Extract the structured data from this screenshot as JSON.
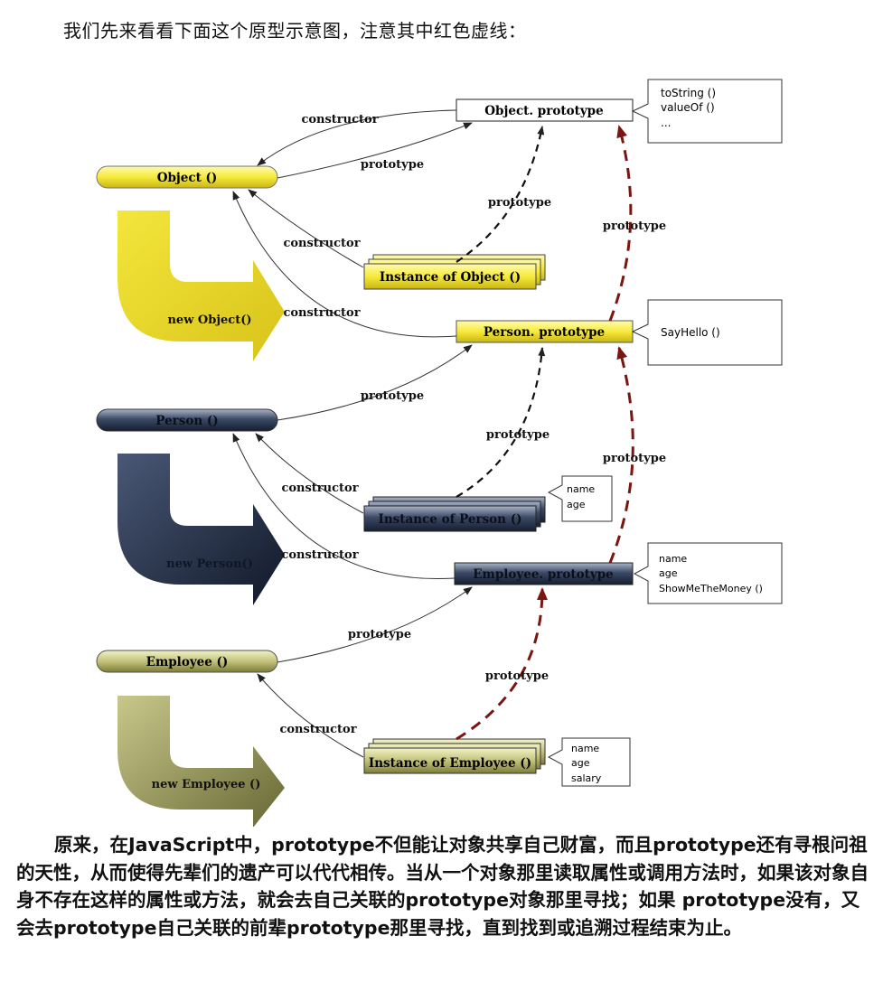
{
  "intro": "我们先来看看下面这个原型示意图，注意其中红色虚线：",
  "diagram": {
    "object_prototype": {
      "label": "Object. prototype",
      "note": [
        "toString ()",
        "valueOf ()",
        "..."
      ]
    },
    "object_ctor": {
      "label": "Object ()"
    },
    "new_object": {
      "label": "new Object()"
    },
    "instance_object": {
      "label": "Instance of Object ()"
    },
    "person_prototype": {
      "label": "Person. prototype",
      "note": [
        "SayHello ()"
      ]
    },
    "person_ctor": {
      "label": "Person ()"
    },
    "new_person": {
      "label": "new Person()"
    },
    "instance_person": {
      "label": "Instance of Person ()",
      "note": [
        "name",
        "age"
      ]
    },
    "employee_prototype": {
      "label": "Employee. prototype",
      "note": [
        "name",
        "age",
        "ShowMeTheMoney ()"
      ]
    },
    "employee_ctor": {
      "label": "Employee ()"
    },
    "new_employee": {
      "label": "new Employee ()"
    },
    "instance_employee": {
      "label": "Instance of Employee ()",
      "note": [
        "name",
        "age",
        "salary"
      ]
    },
    "labels": {
      "constructor": "constructor",
      "prototype": "prototype"
    }
  },
  "paragraph": "原来，在JavaScript中，prototype不但能让对象共享自己财富，而且prototype还有寻根问祖的天性，从而使得先辈们的遗产可以代代相传。当从一个对象那里读取属性或调用方法时，如果该对象自身不存在这样的属性或方法，就会去自己关联的prototype对象那里寻找；如果 prototype没有，又会去prototype自己关联的前辈prototype那里寻找，直到找到或追溯过程结束为止。"
}
